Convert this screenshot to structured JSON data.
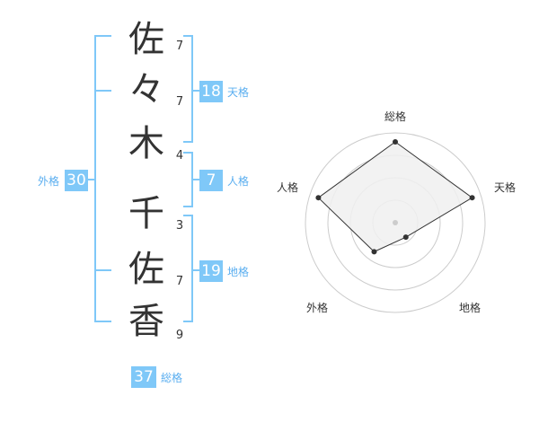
{
  "name_chars": [
    {
      "char": "佐",
      "strokes": "7"
    },
    {
      "char": "々",
      "strokes": "7"
    },
    {
      "char": "木",
      "strokes": "4"
    },
    {
      "char": "千",
      "strokes": "3"
    },
    {
      "char": "佐",
      "strokes": "7"
    },
    {
      "char": "香",
      "strokes": "9"
    }
  ],
  "kakusu": {
    "tenkaku": {
      "value": "18",
      "label": "天格"
    },
    "jinkaku": {
      "value": "7",
      "label": "人格"
    },
    "chikaku": {
      "value": "19",
      "label": "地格"
    },
    "gaikaku": {
      "value": "30",
      "label": "外格"
    },
    "soukaku": {
      "value": "37",
      "label": "総格"
    }
  },
  "radar": {
    "axes": [
      "総格",
      "天格",
      "地格",
      "外格",
      "人格"
    ],
    "values": [
      0.9,
      0.9,
      0.2,
      0.4,
      0.9
    ],
    "rings": 4
  },
  "colors": {
    "accent": "#7fc8f8",
    "accent_text": "#5aaef0",
    "text": "#333333",
    "ring": "#cccccc",
    "fill": "#f0f0f0",
    "line": "#333333"
  }
}
